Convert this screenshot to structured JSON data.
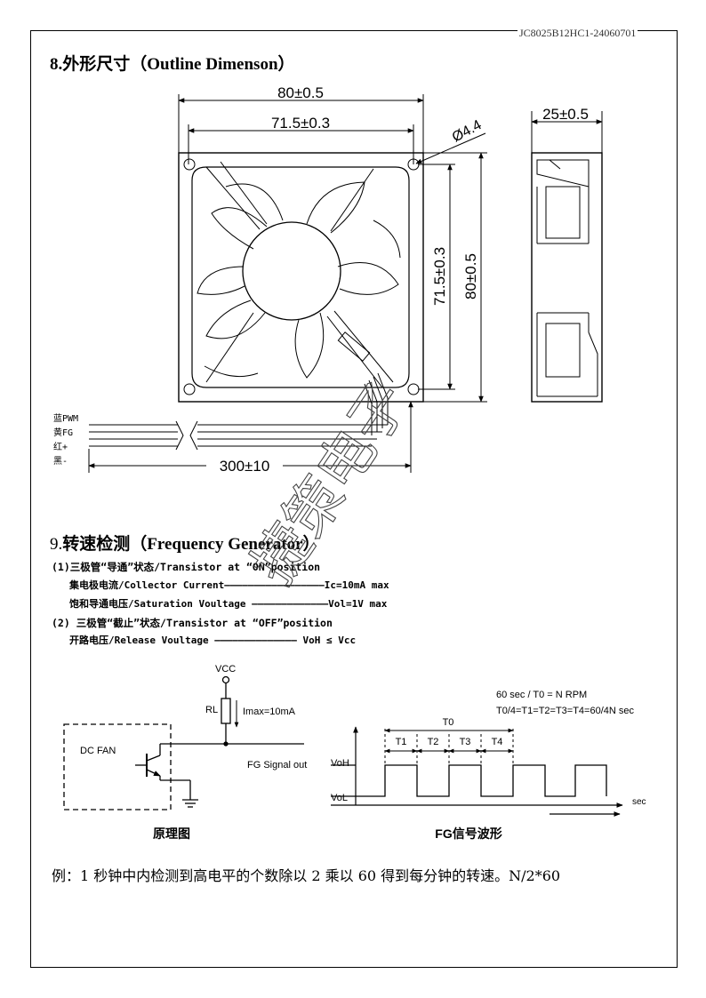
{
  "doc_id": "JC8025B12HC1-24060701",
  "section8": {
    "title": "8.外形尺寸（Outline Dimenson）",
    "dims": {
      "overall_width": "80±0.5",
      "hole_pitch_width": "71.5±0.3",
      "hole_diameter": "Ø4.4",
      "thickness": "25±0.5",
      "hole_pitch_height": "71.5±0.3",
      "overall_height": "80±0.5",
      "lead_length": "300±10"
    },
    "wires": [
      {
        "label": "蓝PWM"
      },
      {
        "label": "黄FG"
      },
      {
        "label": "红+"
      },
      {
        "label": "黑-"
      }
    ]
  },
  "section9": {
    "title_num": "9.",
    "title": "转速检测（Frequency Generator）",
    "lines": [
      "(1)三极管“导通”状态/Transistor at “ON”position",
      "集电极电流/Collector Current—————————————————Ic=10mA max",
      "饱和导通电压/Saturation Voultage —————————————Vol=1V max",
      "(2) 三极管“截止”状态/Transistor at “OFF”position",
      "开路电压/Release Voultage ——————————————  VoH ≤ Vcc"
    ],
    "circuit": {
      "vcc": "VCC",
      "rl": "RL",
      "imax": "Imax=10mA",
      "dc_fan": "DC FAN",
      "fg_out": "FG Signal out",
      "caption": "原理图"
    },
    "waveform": {
      "formula1": "60 sec / T0 = N   RPM",
      "formula2": "T0/4=T1=T2=T3=T4=60/4N  sec",
      "t0": "T0",
      "t1": "T1",
      "t2": "T2",
      "t3": "T3",
      "t4": "T4",
      "voh": "VoH",
      "vol": "VoL",
      "sec": "sec",
      "caption": "FG信号波形"
    }
  },
  "note": "例：1 秒钟中内检测到高电平的个数除以 2 乘以 60 得到每分钟的转速。N/2*60",
  "watermark": "捷策电子"
}
